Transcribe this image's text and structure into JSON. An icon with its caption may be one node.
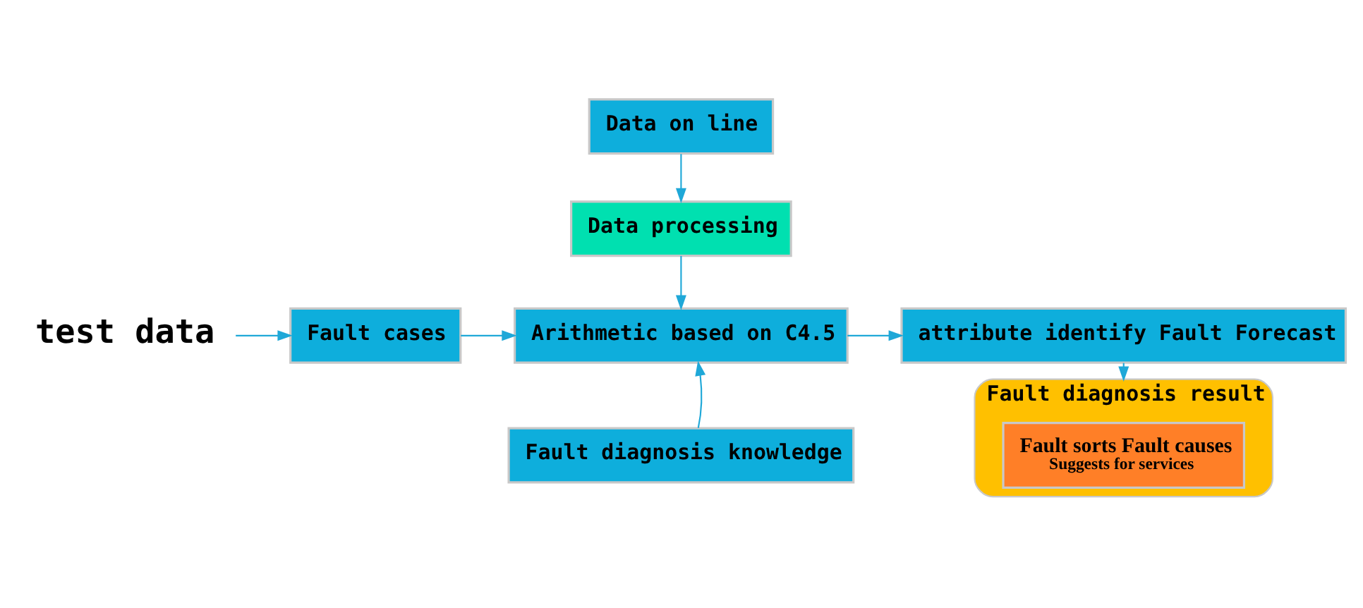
{
  "diagram": {
    "nodes": [
      {
        "text": [
          "test data"
        ]
      },
      {
        "text": [
          "Data on line"
        ]
      },
      {
        "text": [
          "Data processing"
        ]
      },
      {
        "text": [
          "Fault cases"
        ]
      },
      {
        "text": [
          "Arithmetic based on C4.5"
        ]
      },
      {
        "text": [
          "attribute identify Fault Forecast"
        ]
      },
      {
        "text": [
          "Fault diagnosis knowledge"
        ]
      },
      {
        "text": [
          "Fault diagnosis result"
        ]
      },
      {
        "text": [
          "Fault sorts Fault causes",
          "Suggests for services"
        ],
        "in": 7
      }
    ],
    "edges": [
      {
        "from": 0,
        "to": 3,
        "arrow": "to"
      },
      {
        "from": 1,
        "to": 2,
        "arrow": "to"
      },
      {
        "from": 2,
        "to": 4,
        "arrow": "to"
      },
      {
        "from": 3,
        "to": 4,
        "arrow": "to"
      },
      {
        "from": 4,
        "to": 5,
        "arrow": "to"
      },
      {
        "from": 6,
        "to": 4,
        "arrow": "to"
      },
      {
        "from": 5,
        "to": 7,
        "arrow": "to"
      }
    ]
  }
}
